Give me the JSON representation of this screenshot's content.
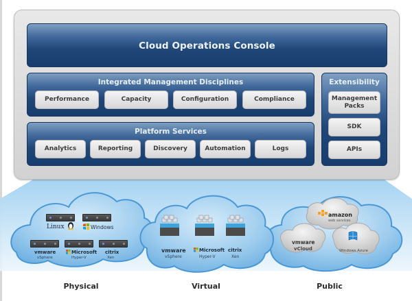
{
  "console": {
    "title": "Cloud Operations Console"
  },
  "management": {
    "title": "Integrated Management Disciplines",
    "items": [
      {
        "label": "Performance"
      },
      {
        "label": "Capacity"
      },
      {
        "label": "Configuration"
      },
      {
        "label": "Compliance"
      }
    ]
  },
  "platform": {
    "title": "Platform Services",
    "items": [
      {
        "label": "Analytics"
      },
      {
        "label": "Reporting"
      },
      {
        "label": "Discovery"
      },
      {
        "label": "Automation"
      },
      {
        "label": "Logs"
      }
    ]
  },
  "extensibility": {
    "title": "Extensibility",
    "items": [
      {
        "label": "Management Packs"
      },
      {
        "label": "SDK"
      },
      {
        "label": "APIs"
      }
    ]
  },
  "clouds": {
    "physical": {
      "label": "Physical",
      "vendors": [
        {
          "name": "Linux",
          "sub": "",
          "icon": "tux-penguin-icon"
        },
        {
          "name": "Windows",
          "sub": "",
          "icon": "windows-flag-icon"
        },
        {
          "name": "vmware",
          "sub": "vSphere",
          "icon": ""
        },
        {
          "name": "Microsoft",
          "sub": "Hyper-V",
          "icon": "microsoft-logo-icon"
        },
        {
          "name": "citrix",
          "sub": "Xen",
          "icon": ""
        }
      ]
    },
    "virtual": {
      "label": "Virtual",
      "vendors": [
        {
          "name": "vmware",
          "sub": "vSphere"
        },
        {
          "name": "Microsoft",
          "sub": "Hyper-V"
        },
        {
          "name": "citrix",
          "sub": "Xen"
        }
      ]
    },
    "public": {
      "label": "Public",
      "providers": [
        {
          "name": "amazon",
          "sub": "web services"
        },
        {
          "name": "vmware",
          "sub": "vCloud"
        },
        {
          "name": "Windows Azure",
          "sub": ""
        }
      ]
    }
  },
  "colors": {
    "panel_blue": "#1f4677",
    "frame_gray": "#d9d9d9",
    "cloud_blue": "#a9d2f0",
    "pill_gray": "#e6e6e6"
  }
}
